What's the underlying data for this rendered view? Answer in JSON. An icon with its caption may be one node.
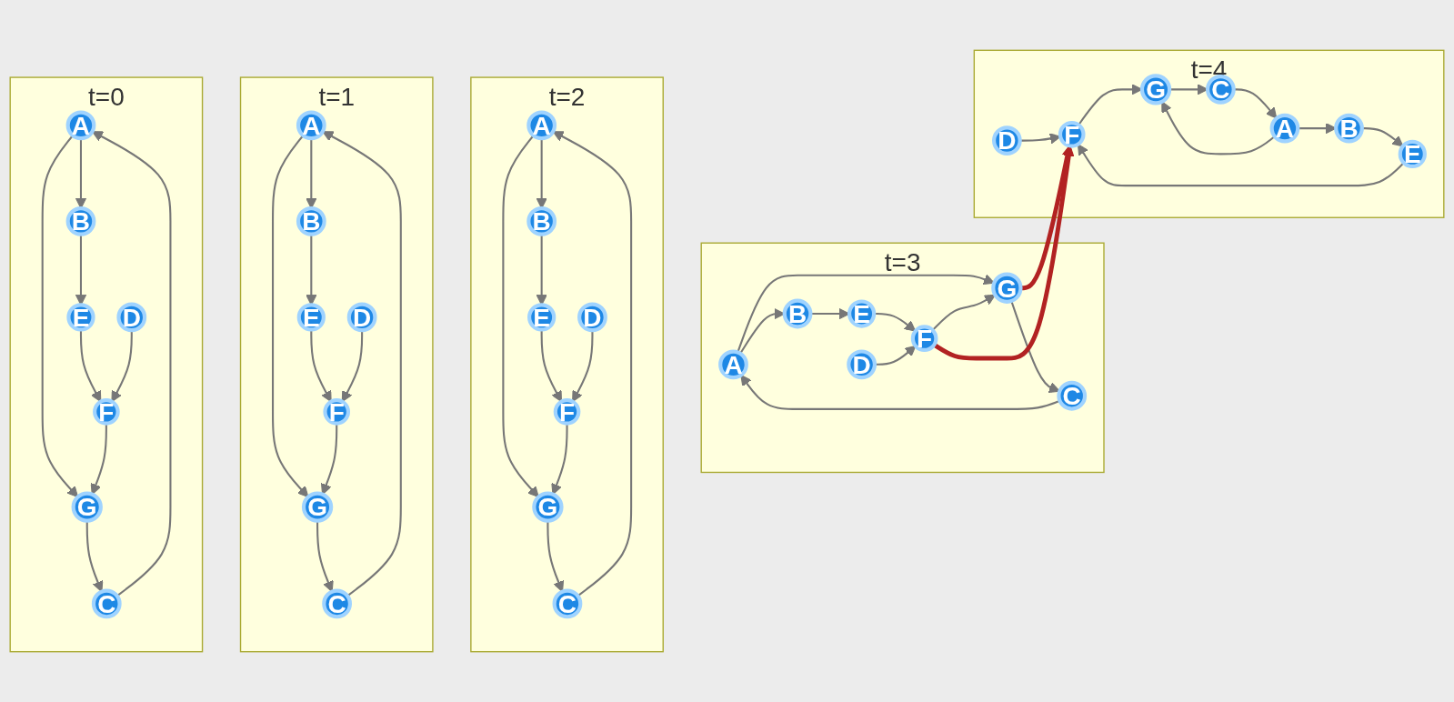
{
  "diagram": {
    "nodes": [
      {
        "text": [
          "t=0"
        ]
      },
      {
        "text": [
          "A"
        ],
        "in": 0
      },
      {
        "text": [
          "C"
        ],
        "in": 0
      },
      {
        "text": [
          "B"
        ],
        "in": 0
      },
      {
        "text": [
          "D"
        ],
        "in": 0
      },
      {
        "text": [
          "G"
        ],
        "in": 0
      },
      {
        "text": [
          "E"
        ],
        "in": 0
      },
      {
        "text": [
          "F"
        ],
        "in": 0
      },
      {
        "text": [
          "t=1"
        ]
      },
      {
        "text": [
          "A"
        ],
        "in": 8
      },
      {
        "text": [
          "C"
        ],
        "in": 8
      },
      {
        "text": [
          "B"
        ],
        "in": 8
      },
      {
        "text": [
          "D"
        ],
        "in": 8
      },
      {
        "text": [
          "G"
        ],
        "in": 8
      },
      {
        "text": [
          "E"
        ],
        "in": 8
      },
      {
        "text": [
          "F"
        ],
        "in": 8
      },
      {
        "text": [
          "t=2"
        ]
      },
      {
        "text": [
          "A"
        ],
        "in": 16
      },
      {
        "text": [
          "C"
        ],
        "in": 16
      },
      {
        "text": [
          "B"
        ],
        "in": 16
      },
      {
        "text": [
          "D"
        ],
        "in": 16
      },
      {
        "text": [
          "G"
        ],
        "in": 16
      },
      {
        "text": [
          "E"
        ],
        "in": 16
      },
      {
        "text": [
          "F"
        ],
        "in": 16
      },
      {
        "text": [
          "t=3"
        ]
      },
      {
        "text": [
          "A"
        ],
        "in": 24
      },
      {
        "text": [
          "C"
        ],
        "in": 24
      },
      {
        "text": [
          "B"
        ],
        "in": 24
      },
      {
        "text": [
          "D"
        ],
        "in": 24
      },
      {
        "text": [
          "G"
        ],
        "in": 24
      },
      {
        "text": [
          "E"
        ],
        "in": 24
      },
      {
        "text": [
          "F"
        ],
        "in": 24
      },
      {
        "text": [
          "t=4"
        ]
      },
      {
        "text": [
          "A"
        ],
        "in": 32
      },
      {
        "text": [
          "C"
        ],
        "in": 32
      },
      {
        "text": [
          "B"
        ],
        "in": 32
      },
      {
        "text": [
          "D"
        ],
        "in": 32
      },
      {
        "text": [
          "G"
        ],
        "in": 32
      },
      {
        "text": [
          "E"
        ],
        "in": 32
      },
      {
        "text": [
          "F"
        ],
        "in": 32
      }
    ],
    "edges": [
      {
        "from": 2,
        "to": 1,
        "arrow": "to"
      },
      {
        "from": 1,
        "to": 3,
        "arrow": "to"
      },
      {
        "from": 3,
        "to": 6,
        "arrow": "to"
      },
      {
        "from": 6,
        "to": 7,
        "arrow": "to"
      },
      {
        "from": 4,
        "to": 7,
        "arrow": "to"
      },
      {
        "from": 1,
        "to": 5,
        "arrow": "to"
      },
      {
        "from": 7,
        "to": 5,
        "arrow": "to"
      },
      {
        "from": 5,
        "to": 2,
        "arrow": "to"
      },
      {
        "from": 10,
        "to": 9,
        "arrow": "to"
      },
      {
        "from": 9,
        "to": 11,
        "arrow": "to"
      },
      {
        "from": 11,
        "to": 14,
        "arrow": "to"
      },
      {
        "from": 14,
        "to": 15,
        "arrow": "to"
      },
      {
        "from": 12,
        "to": 15,
        "arrow": "to"
      },
      {
        "from": 9,
        "to": 13,
        "arrow": "to"
      },
      {
        "from": 15,
        "to": 13,
        "arrow": "to"
      },
      {
        "from": 13,
        "to": 10,
        "arrow": "to"
      },
      {
        "from": 18,
        "to": 17,
        "arrow": "to"
      },
      {
        "from": 17,
        "to": 19,
        "arrow": "to"
      },
      {
        "from": 19,
        "to": 22,
        "arrow": "to"
      },
      {
        "from": 22,
        "to": 23,
        "arrow": "to"
      },
      {
        "from": 20,
        "to": 23,
        "arrow": "to"
      },
      {
        "from": 17,
        "to": 21,
        "arrow": "to"
      },
      {
        "from": 23,
        "to": 21,
        "arrow": "to"
      },
      {
        "from": 21,
        "to": 18,
        "arrow": "to"
      },
      {
        "from": 26,
        "to": 25,
        "arrow": "to"
      },
      {
        "from": 25,
        "to": 27,
        "arrow": "to"
      },
      {
        "from": 27,
        "to": 30,
        "arrow": "to"
      },
      {
        "from": 30,
        "to": 31,
        "arrow": "to"
      },
      {
        "from": 28,
        "to": 31,
        "arrow": "to"
      },
      {
        "from": 25,
        "to": 29,
        "arrow": "to"
      },
      {
        "from": 31,
        "to": 29,
        "arrow": "to"
      },
      {
        "from": 29,
        "to": 26,
        "arrow": "to"
      },
      {
        "from": 34,
        "to": 33,
        "arrow": "to"
      },
      {
        "from": 33,
        "to": 35,
        "arrow": "to"
      },
      {
        "from": 35,
        "to": 38,
        "arrow": "to"
      },
      {
        "from": 38,
        "to": 39,
        "arrow": "to"
      },
      {
        "from": 36,
        "to": 39,
        "arrow": "to"
      },
      {
        "from": 33,
        "to": 37,
        "arrow": "to"
      },
      {
        "from": 39,
        "to": 37,
        "arrow": "to"
      },
      {
        "from": 37,
        "to": 34,
        "arrow": "to"
      },
      {
        "from": 29,
        "to": 39,
        "arrow": "to",
        "style": "thick",
        "color": "#b22222"
      },
      {
        "from": 31,
        "to": 39,
        "arrow": "to",
        "style": "thick",
        "color": "#b22222"
      }
    ]
  }
}
